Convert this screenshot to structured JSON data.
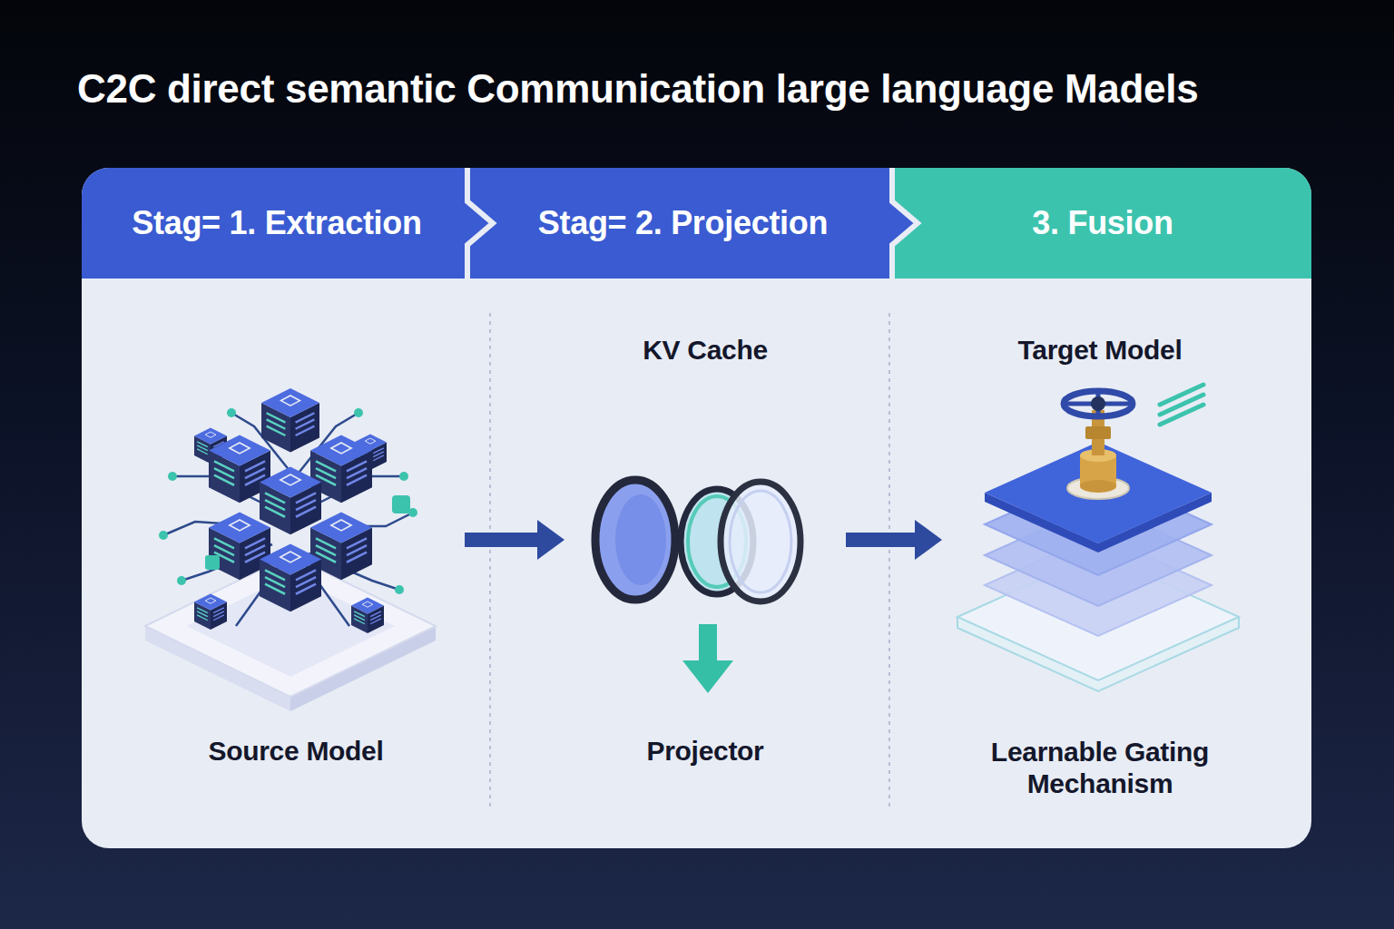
{
  "diagram": {
    "title": "C2C direct semantic Communication large language Madels",
    "nodes": [
      {
        "text": [
          "Stag= 1. Extraction"
        ]
      },
      {
        "text": [
          "Source Model"
        ],
        "in": 0
      },
      {
        "text": [
          "Stag= 2. Projection"
        ]
      },
      {
        "text": [
          "KV Cache",
          "Projector"
        ],
        "in": 2
      },
      {
        "text": [
          "3. Fusion"
        ]
      },
      {
        "text": [
          "Target Model",
          "Learnable Gating Mechanism"
        ],
        "in": 4
      }
    ],
    "edges": [
      {
        "from": 1,
        "to": 3,
        "arrow": "to"
      },
      {
        "from": 3,
        "to": 5,
        "arrow": "to"
      }
    ]
  }
}
